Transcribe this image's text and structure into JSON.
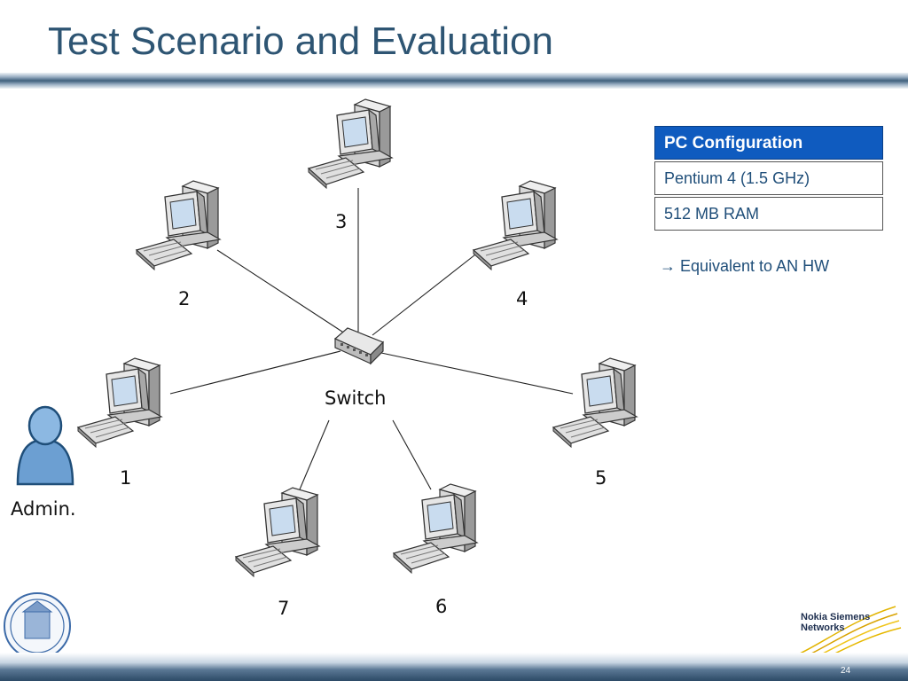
{
  "title": "Test Scenario and Evaluation",
  "switch_label": "Switch",
  "admin_label": "Admin.",
  "pcs": [
    {
      "label": "1"
    },
    {
      "label": "2"
    },
    {
      "label": "3"
    },
    {
      "label": "4"
    },
    {
      "label": "5"
    },
    {
      "label": "6"
    },
    {
      "label": "7"
    }
  ],
  "config": {
    "header": "PC Configuration",
    "rows": [
      "Pentium 4 (1.5 GHz)",
      "512 MB RAM"
    ],
    "note": "→ Equivalent to AN HW"
  },
  "logo": {
    "line1": "Nokia Siemens",
    "line2": "Networks"
  },
  "page_number": "24",
  "colors": {
    "title": "#2e5573",
    "header_bg": "#0f5bbf",
    "text_blue": "#1f4e79"
  }
}
